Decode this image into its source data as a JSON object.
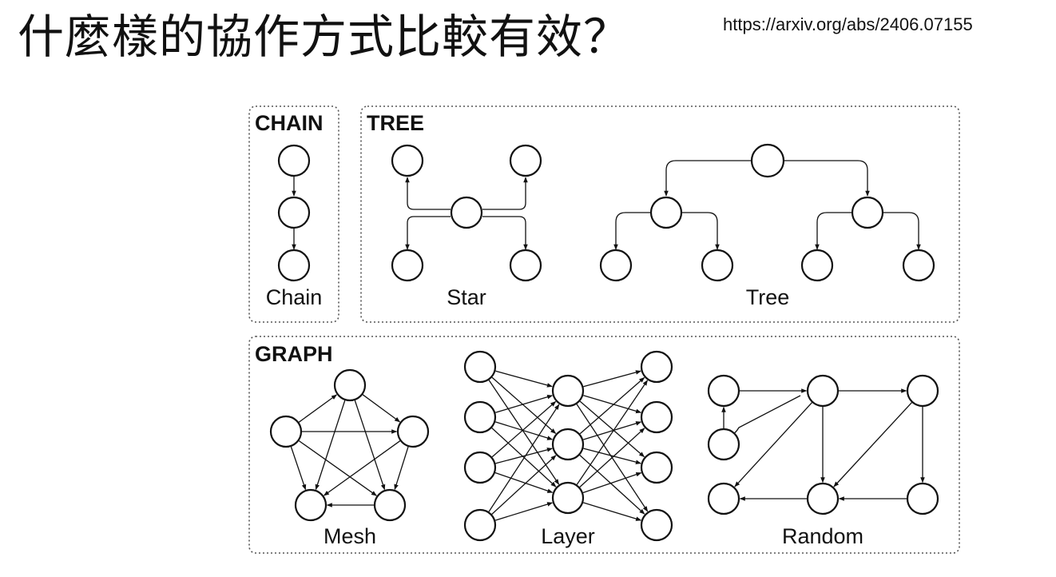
{
  "slide": {
    "title": "什麼樣的協作方式比較有效？",
    "source_url": "https://arxiv.org/abs/2406.07155"
  },
  "figure": {
    "sections": {
      "chain": "CHAIN",
      "tree": "TREE",
      "graph": "GRAPH"
    },
    "labels": {
      "chain": "Chain",
      "star": "Star",
      "tree": "Tree",
      "mesh": "Mesh",
      "layer": "Layer",
      "random": "Random"
    },
    "colors": {
      "stroke": "#111111",
      "panel_border": "#555555",
      "background": "#ffffff"
    }
  }
}
